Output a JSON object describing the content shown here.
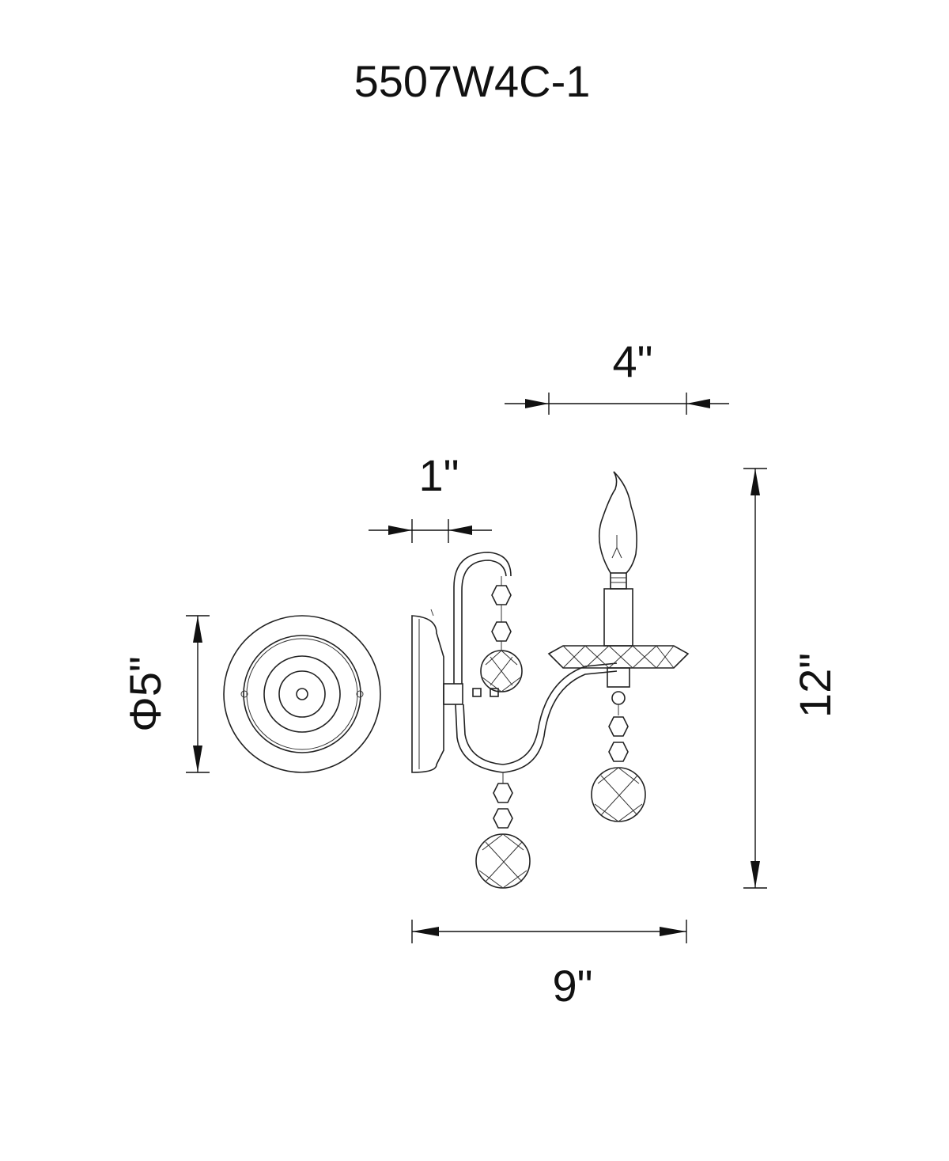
{
  "drawing": {
    "model": "5507W4C-1",
    "dimensions": {
      "top_width": "4\"",
      "backplate_depth": "1\"",
      "backplate_diameter": "Φ5\"",
      "height": "12\"",
      "width": "9\""
    }
  }
}
